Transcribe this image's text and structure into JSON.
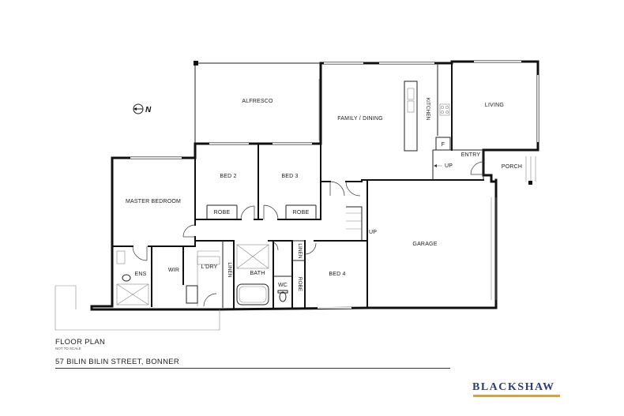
{
  "plan": {
    "title": "FLOOR PLAN",
    "scale_note": "NOT TO SCALE",
    "address": "57 BILIN BILIN STREET, BONNER",
    "north": "N"
  },
  "rooms": {
    "alfresco": "ALFRESCO",
    "family_dining": "FAMILY / DINING",
    "kitchen": "KITCHEN",
    "living": "LIVING",
    "entry": "ENTRY",
    "porch": "PORCH",
    "master_bedroom": "MASTER BEDROOM",
    "bed2": "BED 2",
    "bed3": "BED 3",
    "robe_bed2": "ROBE",
    "robe_bed3": "ROBE",
    "garage": "GARAGE",
    "ens": "ENS",
    "wir": "WIR",
    "laundry": "L'DRY",
    "linen_a": "LINEN",
    "linen_b": "LINEN",
    "bath": "BATH",
    "wc": "WC",
    "robe_bed4": "ROBE",
    "bed4": "BED 4",
    "fridge": "F",
    "up_entry": "UP",
    "up_garage": "UP"
  },
  "brand": {
    "name": "BLACKSHAW",
    "color": "#2b3f73",
    "accent": "#c9a45a"
  }
}
